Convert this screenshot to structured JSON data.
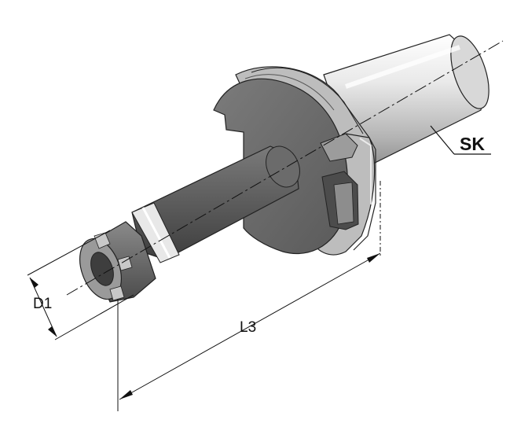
{
  "labels": {
    "d1": "D1",
    "l3": "L3",
    "sk": "SK"
  },
  "colors": {
    "metal_light": "#e4e4e4",
    "metal_mid": "#a8a8a8",
    "metal_dark": "#5a5a5a",
    "line": "#111111"
  }
}
